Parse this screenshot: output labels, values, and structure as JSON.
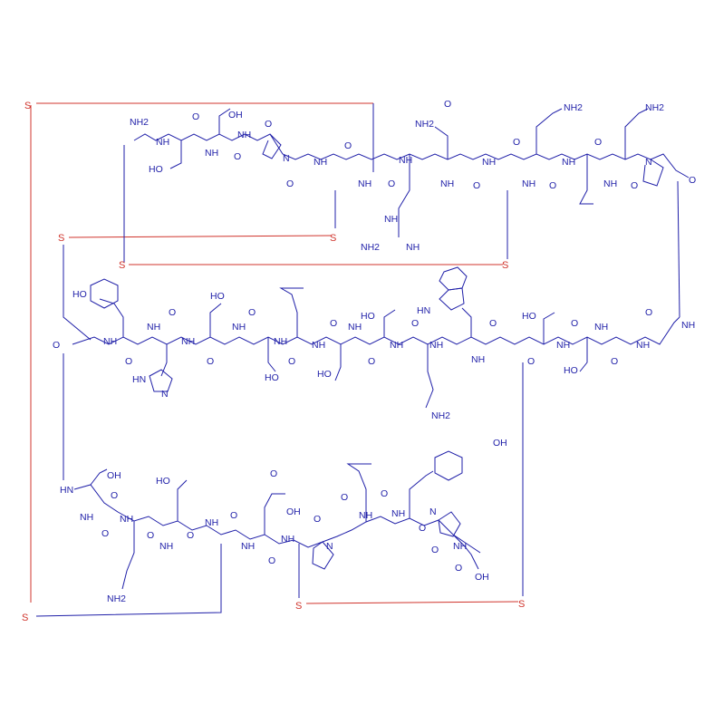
{
  "diagram": {
    "colors": {
      "structure": "#1f1fa8",
      "disulfide": "#d0342c",
      "background": "#ffffff"
    },
    "atoms": {
      "sulfur": "S",
      "amine": "NH2",
      "amide_nh": "NH",
      "nitrogen": "N",
      "oxygen": "O",
      "hydroxyl": "OH",
      "hydroxyl_left": "HO",
      "imine": "NH",
      "indole_nh": "HN",
      "imidazole_nh": "HN",
      "imidazole_n": "N",
      "carboxyl": "OH"
    }
  }
}
